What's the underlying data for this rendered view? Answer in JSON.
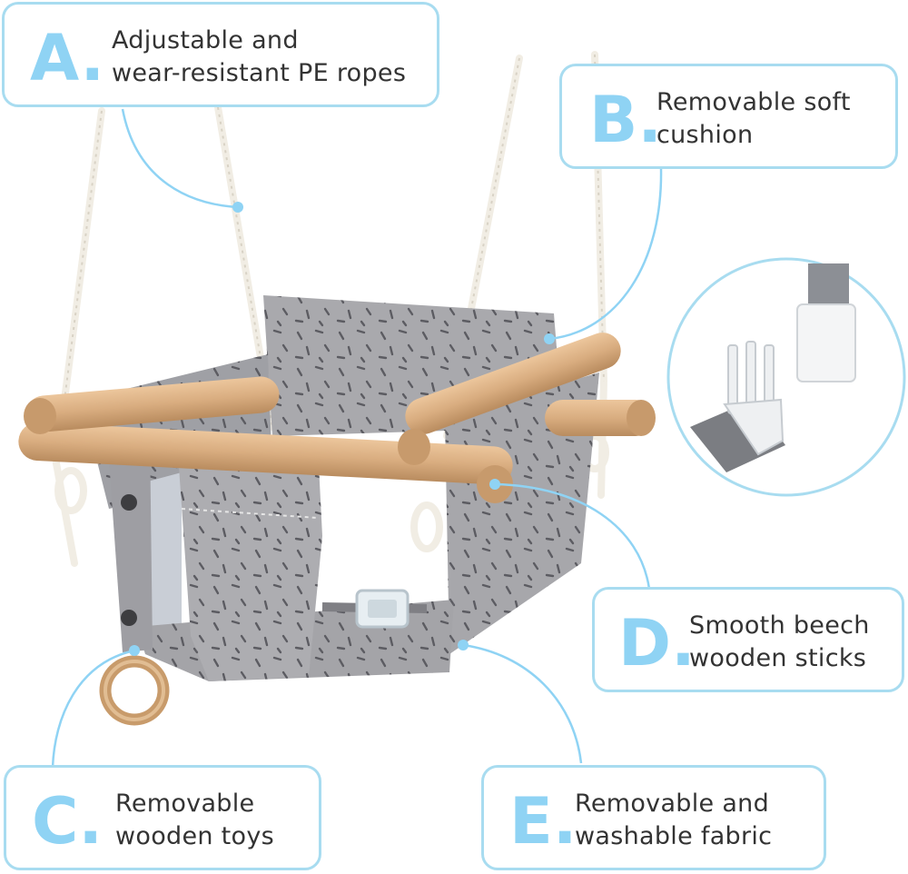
{
  "callouts": {
    "a": {
      "letter": "A",
      "dot": ".",
      "line1": "Adjustable and",
      "line2": "wear-resistant PE ropes"
    },
    "b": {
      "letter": "B",
      "dot": ".",
      "line1": "Removable soft",
      "line2": "cushion"
    },
    "c": {
      "letter": "C",
      "dot": ".",
      "line1": "Removable",
      "line2": "wooden toys"
    },
    "d": {
      "letter": "D",
      "dot": ".",
      "line1": "Smooth beech",
      "line2": "wooden sticks"
    },
    "e": {
      "letter": "E",
      "dot": ".",
      "line1": "Removable and",
      "line2": "washable fabric"
    }
  },
  "colors": {
    "accent": "#8fd3f4",
    "callout_border": "#a8dcf0",
    "fabric": "#a9a9ad",
    "wood": "#d9ad80",
    "rope": "#f1ede4",
    "text": "#333333"
  }
}
